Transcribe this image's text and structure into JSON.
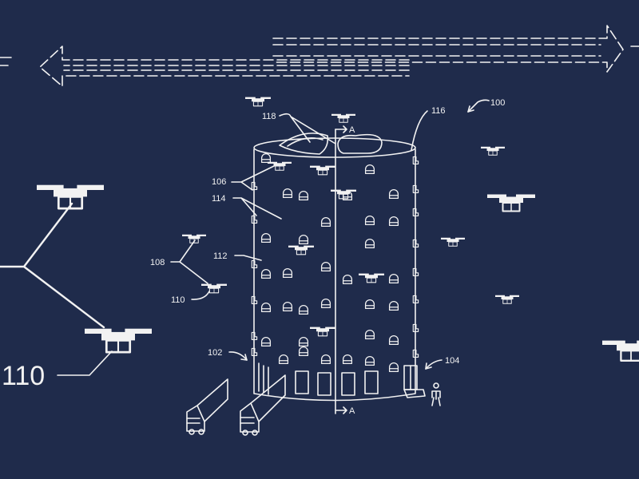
{
  "figure": {
    "ref_numerals": {
      "system": "100",
      "truck_bay": "102",
      "entrance": "104",
      "docking_ports": "106",
      "uav_group": "108",
      "uav": "110",
      "uav_large": "110",
      "facility": "112",
      "ports": "114",
      "roof": "116",
      "roof_openings": "118"
    },
    "section_marks": {
      "top": "A",
      "bottom": "A"
    }
  },
  "colors": {
    "background": "#1f2b4b",
    "line": "#f2f2f2"
  }
}
